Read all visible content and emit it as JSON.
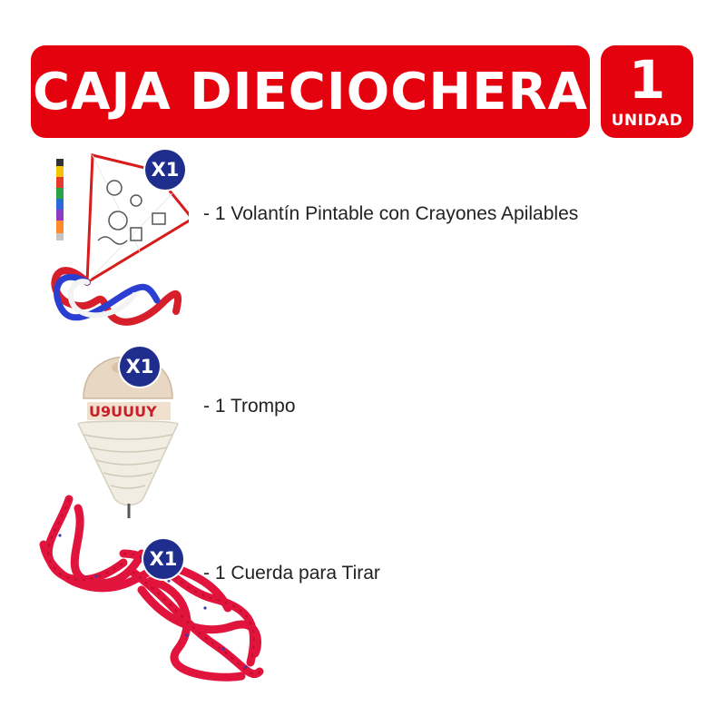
{
  "header": {
    "title": "CAJA DIECIOCHERA",
    "quantity": "1",
    "quantity_label": "UNIDAD"
  },
  "items": [
    {
      "qty": "X1",
      "label": "- 1 Volantín Pintable con Crayones Apilables"
    },
    {
      "qty": "X1",
      "label": "- 1 Trompo"
    },
    {
      "qty": "X1",
      "label": "- 1 Cuerda para Tirar"
    }
  ],
  "colors": {
    "banner_red": "#e5020f",
    "badge_blue": "#1f2d8c",
    "rope_red": "#e0143c"
  }
}
